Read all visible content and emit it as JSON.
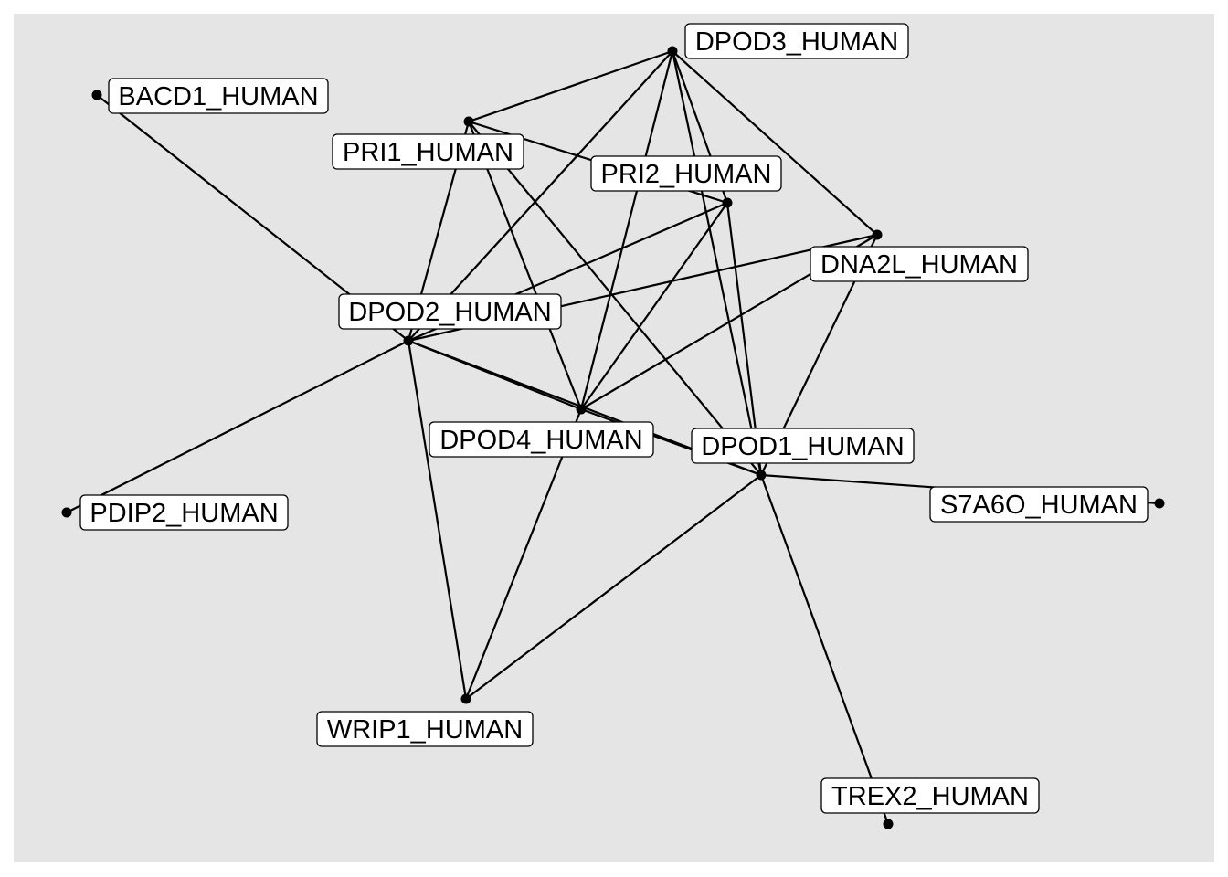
{
  "network": {
    "nodes": [
      {
        "id": "DPOD3_HUMAN",
        "label": "DPOD3_HUMAN"
      },
      {
        "id": "BACD1_HUMAN",
        "label": "BACD1_HUMAN"
      },
      {
        "id": "PRI1_HUMAN",
        "label": "PRI1_HUMAN"
      },
      {
        "id": "PRI2_HUMAN",
        "label": "PRI2_HUMAN"
      },
      {
        "id": "DNA2L_HUMAN",
        "label": "DNA2L_HUMAN"
      },
      {
        "id": "DPOD2_HUMAN",
        "label": "DPOD2_HUMAN"
      },
      {
        "id": "DPOD4_HUMAN",
        "label": "DPOD4_HUMAN"
      },
      {
        "id": "DPOD1_HUMAN",
        "label": "DPOD1_HUMAN"
      },
      {
        "id": "S7A6O_HUMAN",
        "label": "S7A6O_HUMAN"
      },
      {
        "id": "PDIP2_HUMAN",
        "label": "PDIP2_HUMAN"
      },
      {
        "id": "WRIP1_HUMAN",
        "label": "WRIP1_HUMAN"
      },
      {
        "id": "TREX2_HUMAN",
        "label": "TREX2_HUMAN"
      }
    ],
    "edges": [
      [
        "DPOD3_HUMAN",
        "PRI1_HUMAN"
      ],
      [
        "DPOD3_HUMAN",
        "PRI2_HUMAN"
      ],
      [
        "DPOD3_HUMAN",
        "DNA2L_HUMAN"
      ],
      [
        "DPOD3_HUMAN",
        "DPOD2_HUMAN"
      ],
      [
        "DPOD3_HUMAN",
        "DPOD4_HUMAN"
      ],
      [
        "DPOD3_HUMAN",
        "DPOD1_HUMAN"
      ],
      [
        "PRI1_HUMAN",
        "PRI2_HUMAN"
      ],
      [
        "PRI1_HUMAN",
        "DPOD2_HUMAN"
      ],
      [
        "PRI1_HUMAN",
        "DPOD4_HUMAN"
      ],
      [
        "PRI1_HUMAN",
        "DPOD1_HUMAN"
      ],
      [
        "PRI2_HUMAN",
        "DPOD2_HUMAN"
      ],
      [
        "PRI2_HUMAN",
        "DPOD4_HUMAN"
      ],
      [
        "PRI2_HUMAN",
        "DPOD1_HUMAN"
      ],
      [
        "DNA2L_HUMAN",
        "DPOD2_HUMAN"
      ],
      [
        "DNA2L_HUMAN",
        "DPOD4_HUMAN"
      ],
      [
        "DNA2L_HUMAN",
        "DPOD1_HUMAN"
      ],
      [
        "BACD1_HUMAN",
        "DPOD2_HUMAN"
      ],
      [
        "DPOD2_HUMAN",
        "DPOD4_HUMAN"
      ],
      [
        "DPOD2_HUMAN",
        "DPOD1_HUMAN"
      ],
      [
        "DPOD2_HUMAN",
        "PDIP2_HUMAN"
      ],
      [
        "DPOD2_HUMAN",
        "WRIP1_HUMAN"
      ],
      [
        "DPOD4_HUMAN",
        "DPOD1_HUMAN"
      ],
      [
        "DPOD4_HUMAN",
        "WRIP1_HUMAN"
      ],
      [
        "DPOD1_HUMAN",
        "WRIP1_HUMAN"
      ],
      [
        "DPOD1_HUMAN",
        "S7A6O_HUMAN"
      ],
      [
        "DPOD1_HUMAN",
        "TREX2_HUMAN"
      ]
    ]
  }
}
